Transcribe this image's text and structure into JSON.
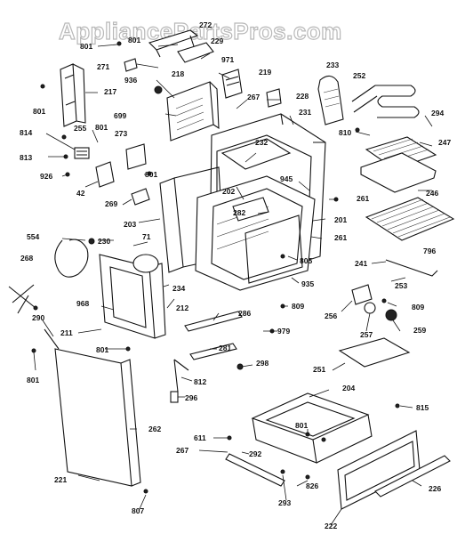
{
  "watermark": "AppliancePartsPros.com",
  "labels": [
    {
      "id": "272",
      "text": "272"
    },
    {
      "id": "801a",
      "text": "801"
    },
    {
      "id": "801b",
      "text": "801"
    },
    {
      "id": "229",
      "text": "229"
    },
    {
      "id": "971",
      "text": "971"
    },
    {
      "id": "271",
      "text": "271"
    },
    {
      "id": "219",
      "text": "219"
    },
    {
      "id": "218",
      "text": "218"
    },
    {
      "id": "233",
      "text": "233"
    },
    {
      "id": "252",
      "text": "252"
    },
    {
      "id": "936",
      "text": "936"
    },
    {
      "id": "217",
      "text": "217"
    },
    {
      "id": "267a",
      "text": "267"
    },
    {
      "id": "228",
      "text": "228"
    },
    {
      "id": "801c",
      "text": "801"
    },
    {
      "id": "699",
      "text": "699"
    },
    {
      "id": "231",
      "text": "231"
    },
    {
      "id": "294",
      "text": "294"
    },
    {
      "id": "814",
      "text": "814"
    },
    {
      "id": "255",
      "text": "255"
    },
    {
      "id": "801d",
      "text": "801"
    },
    {
      "id": "273",
      "text": "273"
    },
    {
      "id": "810",
      "text": "810"
    },
    {
      "id": "247",
      "text": "247"
    },
    {
      "id": "232",
      "text": "232"
    },
    {
      "id": "813",
      "text": "813"
    },
    {
      "id": "801e",
      "text": "801"
    },
    {
      "id": "926",
      "text": "926"
    },
    {
      "id": "42",
      "text": "42"
    },
    {
      "id": "945",
      "text": "945"
    },
    {
      "id": "246",
      "text": "246"
    },
    {
      "id": "202",
      "text": "202"
    },
    {
      "id": "261a",
      "text": "261"
    },
    {
      "id": "269",
      "text": "269"
    },
    {
      "id": "282",
      "text": "282"
    },
    {
      "id": "201",
      "text": "201"
    },
    {
      "id": "203",
      "text": "203"
    },
    {
      "id": "261b",
      "text": "261"
    },
    {
      "id": "71",
      "text": "71"
    },
    {
      "id": "554",
      "text": "554"
    },
    {
      "id": "230",
      "text": "230"
    },
    {
      "id": "241",
      "text": "241"
    },
    {
      "id": "796",
      "text": "796"
    },
    {
      "id": "268",
      "text": "268"
    },
    {
      "id": "805",
      "text": "805"
    },
    {
      "id": "253",
      "text": "253"
    },
    {
      "id": "935",
      "text": "935"
    },
    {
      "id": "234",
      "text": "234"
    },
    {
      "id": "968",
      "text": "968"
    },
    {
      "id": "809a",
      "text": "809"
    },
    {
      "id": "256",
      "text": "256"
    },
    {
      "id": "809b",
      "text": "809"
    },
    {
      "id": "212",
      "text": "212"
    },
    {
      "id": "286",
      "text": "286"
    },
    {
      "id": "290",
      "text": "290"
    },
    {
      "id": "211",
      "text": "211"
    },
    {
      "id": "257",
      "text": "257"
    },
    {
      "id": "259",
      "text": "259"
    },
    {
      "id": "979",
      "text": "979"
    },
    {
      "id": "801f",
      "text": "801"
    },
    {
      "id": "281",
      "text": "281"
    },
    {
      "id": "298",
      "text": "298"
    },
    {
      "id": "251",
      "text": "251"
    },
    {
      "id": "801g",
      "text": "801"
    },
    {
      "id": "812",
      "text": "812"
    },
    {
      "id": "204",
      "text": "204"
    },
    {
      "id": "296",
      "text": "296"
    },
    {
      "id": "815",
      "text": "815"
    },
    {
      "id": "262",
      "text": "262"
    },
    {
      "id": "801h",
      "text": "801"
    },
    {
      "id": "611",
      "text": "611"
    },
    {
      "id": "267b",
      "text": "267"
    },
    {
      "id": "292",
      "text": "292"
    },
    {
      "id": "221",
      "text": "221"
    },
    {
      "id": "826",
      "text": "826"
    },
    {
      "id": "226",
      "text": "226"
    },
    {
      "id": "293",
      "text": "293"
    },
    {
      "id": "807",
      "text": "807"
    },
    {
      "id": "222",
      "text": "222"
    }
  ]
}
